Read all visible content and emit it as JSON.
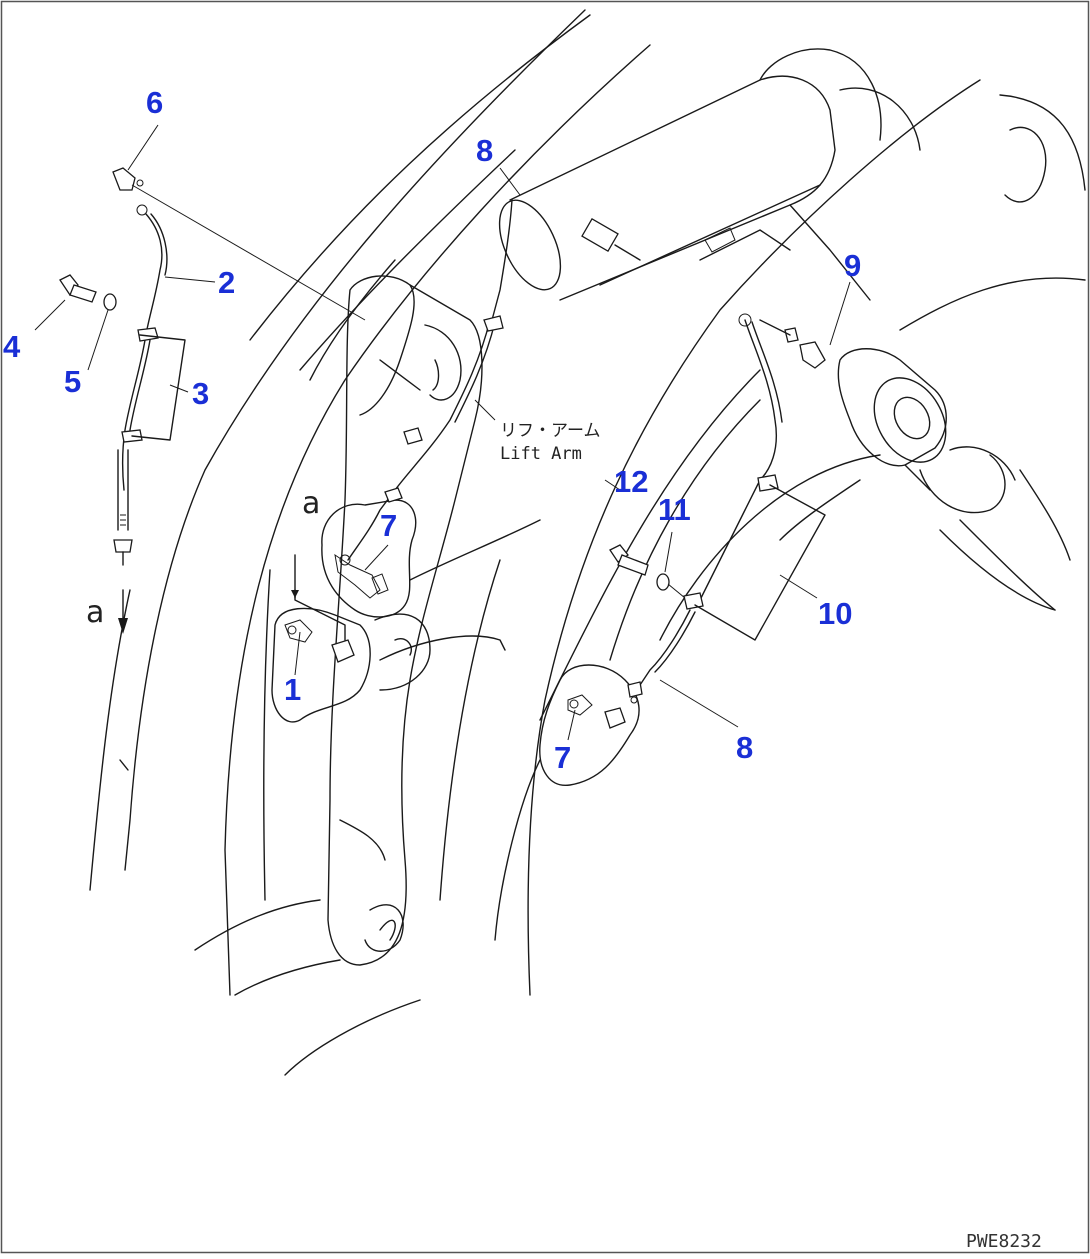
{
  "labels": {
    "lift_arm_jp": "リフ・アーム",
    "lift_arm_en": "Lift Arm",
    "view_a_top": "a",
    "view_a_left": "a",
    "drawing_code": "PWE8232"
  },
  "callouts": [
    {
      "id": "1",
      "label": "1"
    },
    {
      "id": "2",
      "label": "2"
    },
    {
      "id": "3",
      "label": "3"
    },
    {
      "id": "4",
      "label": "4"
    },
    {
      "id": "5",
      "label": "5"
    },
    {
      "id": "6",
      "label": "6"
    },
    {
      "id": "7a",
      "label": "7"
    },
    {
      "id": "7b",
      "label": "7"
    },
    {
      "id": "8a",
      "label": "8"
    },
    {
      "id": "8b",
      "label": "8"
    },
    {
      "id": "9",
      "label": "9"
    },
    {
      "id": "10",
      "label": "10"
    },
    {
      "id": "11",
      "label": "11"
    },
    {
      "id": "12",
      "label": "12"
    }
  ],
  "colors": {
    "callout": "#1a2fd6",
    "line": "#1a1a1a",
    "border": "#555555"
  }
}
